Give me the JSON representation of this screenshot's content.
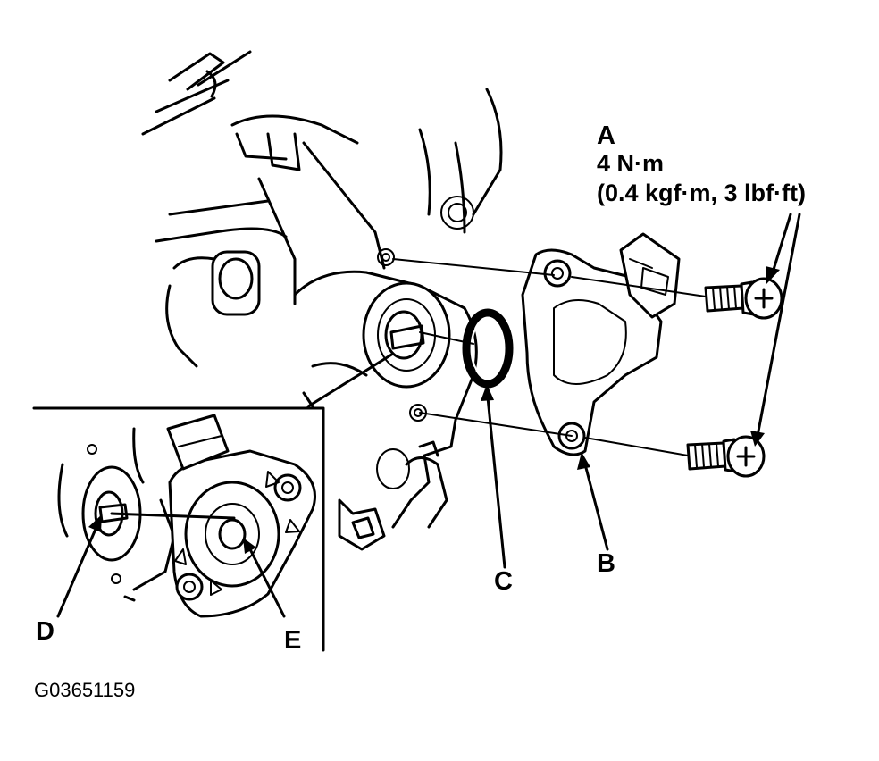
{
  "callouts": {
    "a": "A",
    "b": "B",
    "c": "C",
    "d": "D",
    "e": "E"
  },
  "torque": {
    "value": "4 N·m",
    "alt": "(0.4 kgf·m, 3 lbf·ft)"
  },
  "figure_code": "G03651159",
  "colors": {
    "ink": "#000000",
    "paper": "#ffffff"
  }
}
